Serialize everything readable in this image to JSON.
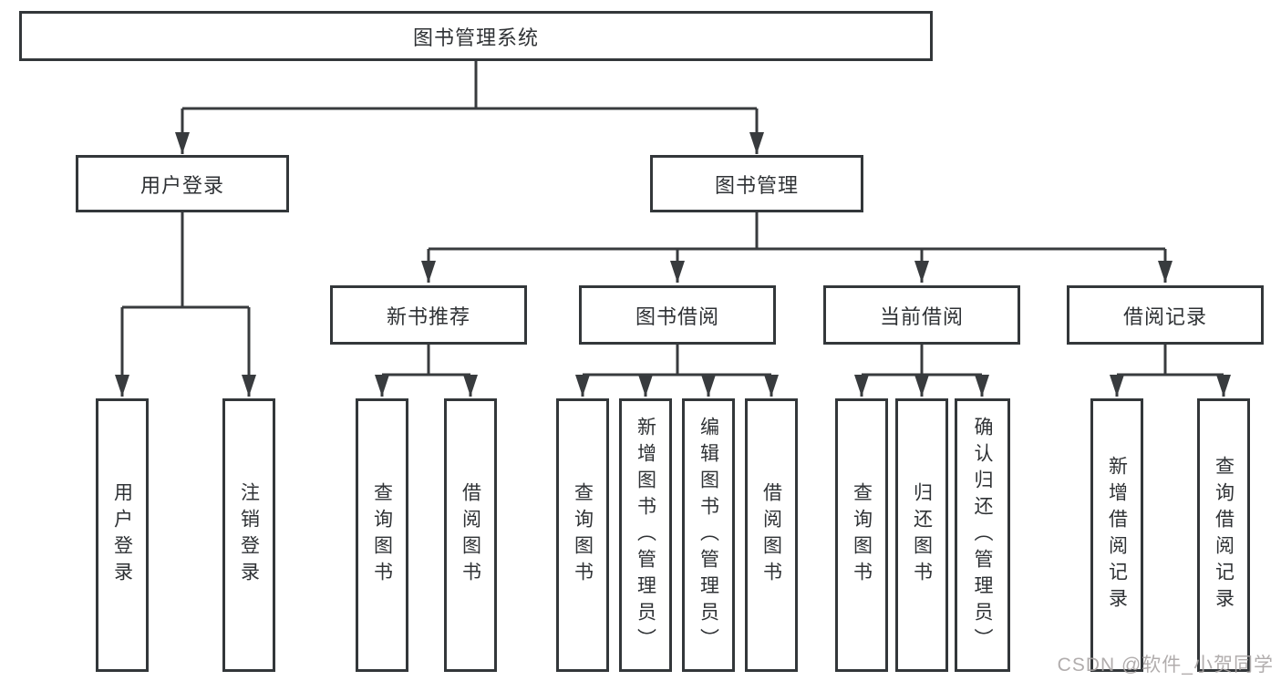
{
  "root": {
    "label": "图书管理系统"
  },
  "level2": {
    "user_login": {
      "label": "用户登录",
      "children": [
        "用户登录",
        "注销登录"
      ]
    },
    "book_management": {
      "label": "图书管理"
    }
  },
  "level3": [
    {
      "label": "新书推荐",
      "children": [
        "查询图书",
        "借阅图书"
      ]
    },
    {
      "label": "图书借阅",
      "children": [
        "查询图书",
        "新增图书（管理员）",
        "编辑图书（管理员）",
        "借阅图书"
      ]
    },
    {
      "label": "当前借阅",
      "children": [
        "查询图书",
        "归还图书",
        "确认归还（管理员）"
      ]
    },
    {
      "label": "借阅记录",
      "children": [
        "新增借阅记录",
        "查询借阅记录"
      ]
    }
  ],
  "watermark": "CSDN @软件_小贺同学",
  "colors": {
    "line": "#383b3e",
    "box_border": "#33373a",
    "text": "#2f3235",
    "watermark": "#a8a4a4",
    "background": "#ffffff"
  }
}
